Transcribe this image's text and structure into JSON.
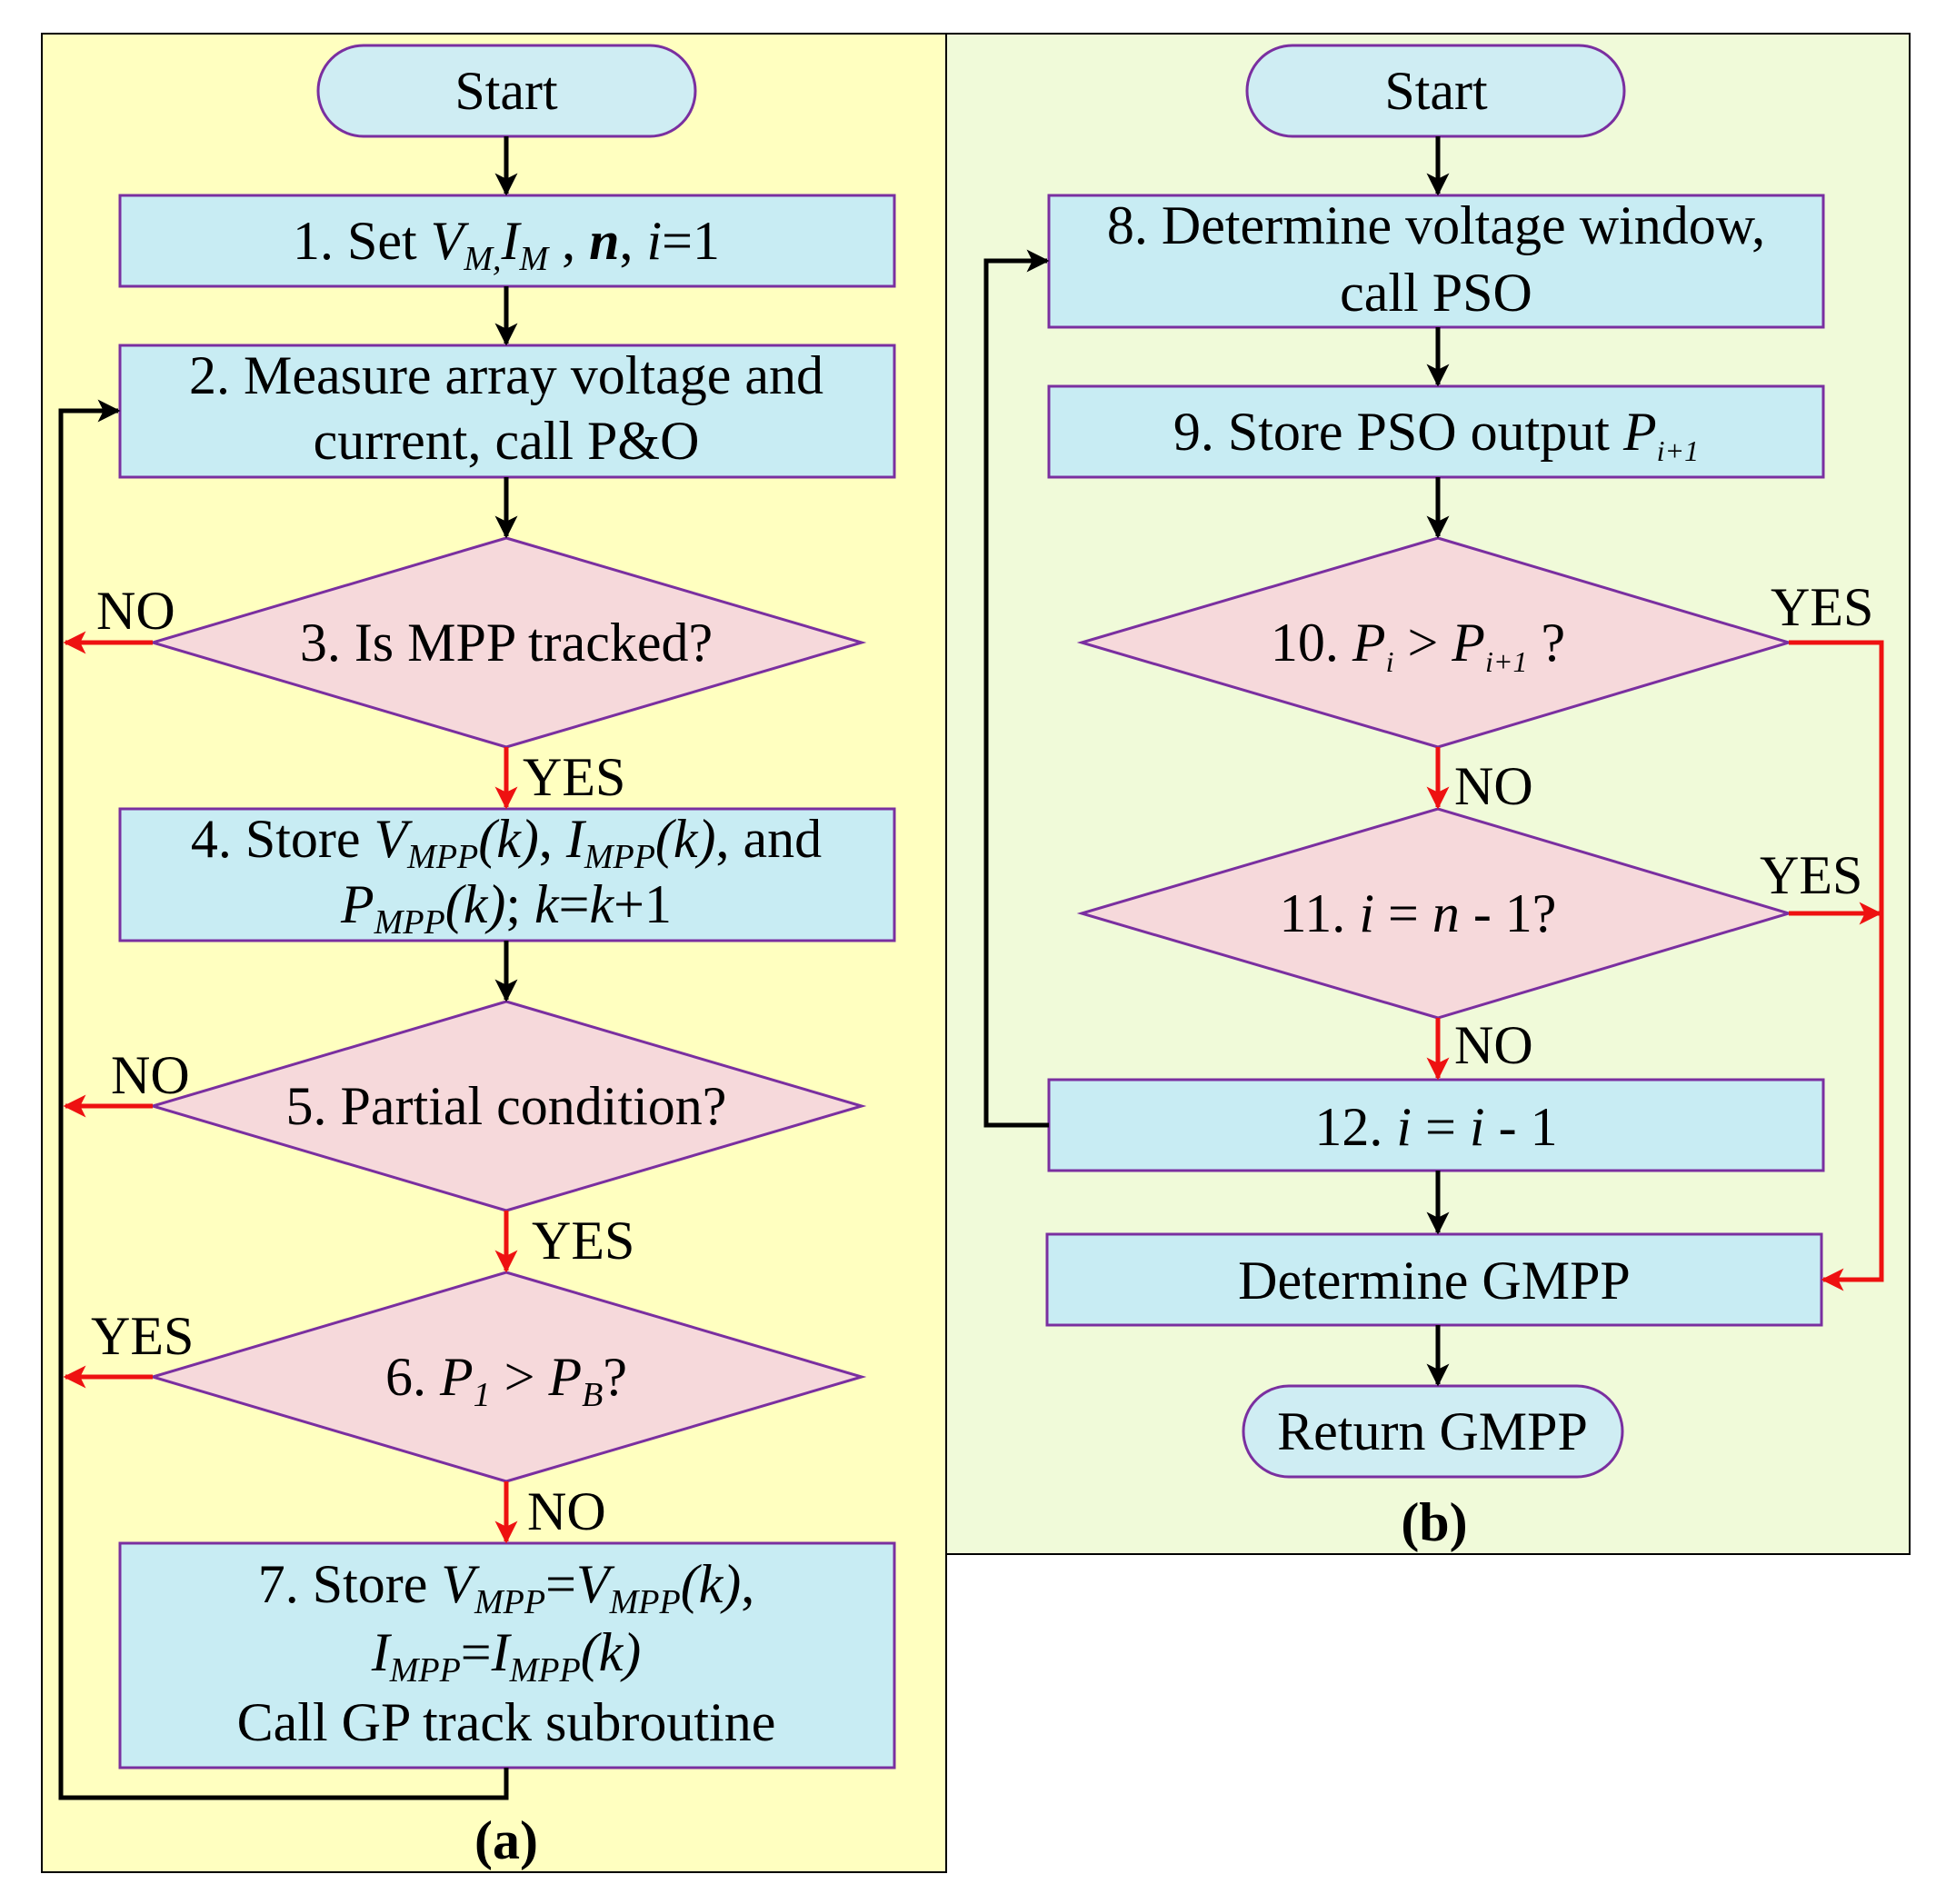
{
  "colors": {
    "panel_a_bg": "#FFFFC0",
    "panel_b_bg": "#F0FAD9",
    "process_fill": "#C8ECF3",
    "terminal_fill": "#CFEDF3",
    "decision_fill": "#F6D9DB",
    "shape_stroke": "#7A2FA0",
    "flow_black": "#000000",
    "flow_red": "#EE1111"
  },
  "panel_a": {
    "caption": "(a)",
    "start": "Start",
    "box1": {
      "prefix": "1. Set ",
      "v": "V",
      "v_sub": "M,",
      "i": "I",
      "i_sub": "M",
      "sep1": " , ",
      "n": "n",
      "sep2": ", ",
      "ivar": "i",
      "tail": "=1"
    },
    "box2": {
      "line1": "2. Measure array voltage and",
      "line2": "current, call P&O"
    },
    "dec3": {
      "label": "3. Is MPP tracked?",
      "no": "NO",
      "yes": "YES"
    },
    "box4": {
      "prefix": "4. Store ",
      "v": "V",
      "v_sub": "MPP",
      "k1": "(k)",
      "sep1": ", ",
      "i": "I",
      "i_sub": "MPP",
      "k2": "(k)",
      "tail1": ", and",
      "p": "P",
      "p_sub": "MPP",
      "k3": "(k)",
      "semi": "; ",
      "k": "k",
      "eq": "=",
      "k_again": "k",
      "plus": "+1"
    },
    "dec5": {
      "label": "5. Partial condition?",
      "no": "NO",
      "yes": "YES"
    },
    "dec6": {
      "prefix": "6. ",
      "p1": "P",
      "p1_sub": "1",
      "gt": " > ",
      "pb": "P",
      "pb_sub": "B",
      "q": "?",
      "yes": "YES",
      "no": "NO"
    },
    "box7": {
      "prefix": "7. Store ",
      "v": "V",
      "v_sub": "MPP",
      "eq": "=",
      "v2": "V",
      "v2_sub": "MPP",
      "k1": "(k)",
      "comma": ",",
      "i": "I",
      "i_sub": "MPP",
      "eq2": "=",
      "i2": "I",
      "i2_sub": "MPP",
      "k2": "(k)",
      "line3": "Call GP track subroutine"
    }
  },
  "panel_b": {
    "caption": "(b)",
    "start": "Start",
    "box8": {
      "line1": "8. Determine voltage window,",
      "line2": "call PSO"
    },
    "box9": {
      "prefix": "9. Store PSO output ",
      "p": "P",
      "p_sub": "i+1"
    },
    "dec10": {
      "prefix": "10. ",
      "p": "P",
      "p_sub": "i",
      "gt": " > ",
      "p2": "P",
      "p2_sub": "i+1",
      "q": " ?",
      "yes": "YES",
      "no": "NO"
    },
    "dec11": {
      "prefix": "11. ",
      "i": "i",
      "eq": " = ",
      "n": "n",
      "tail": " - 1?",
      "yes": "YES",
      "no": "NO"
    },
    "box12": {
      "prefix": "12. ",
      "i": "i",
      "eq": " = ",
      "i2": "i",
      "tail": " - 1"
    },
    "gmpp": "Determine GMPP",
    "ret": "Return GMPP"
  }
}
